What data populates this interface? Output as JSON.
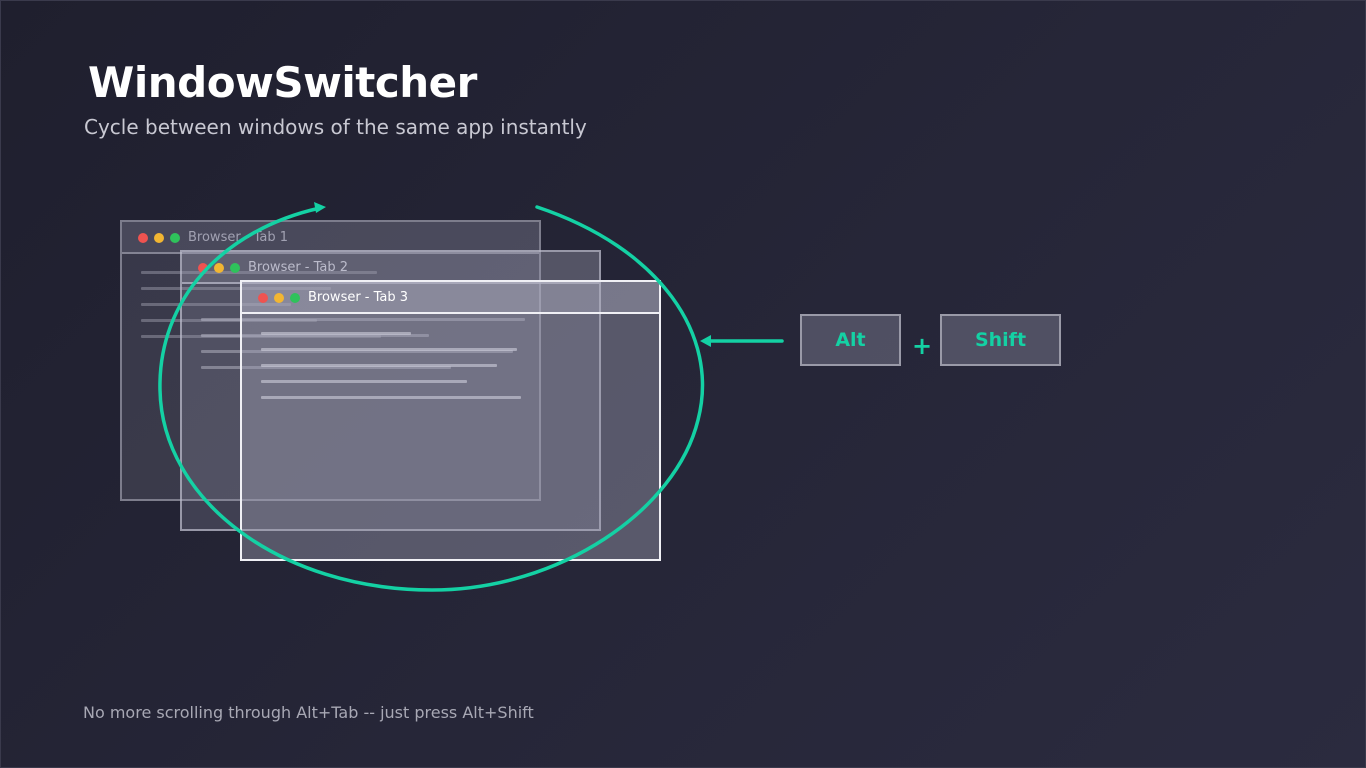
{
  "header": {
    "title": "WindowSwitcher",
    "subtitle": "Cycle between windows of the same app instantly"
  },
  "windows": [
    {
      "title": "Browser - Tab 1"
    },
    {
      "title": "Browser - Tab 2"
    },
    {
      "title": "Browser - Tab 3"
    }
  ],
  "shortcut": {
    "key1": "Alt",
    "plus": "+",
    "key2": "Shift"
  },
  "footer": {
    "text": "No more scrolling through Alt+Tab -- just press Alt+Shift"
  },
  "colors": {
    "accent": "#14d1a4",
    "background": "#262638",
    "dot_red": "#ef5350",
    "dot_yellow": "#f2b632",
    "dot_green": "#2fc25b"
  },
  "icons": [
    "cycle-arrow-icon",
    "left-arrow-icon"
  ]
}
